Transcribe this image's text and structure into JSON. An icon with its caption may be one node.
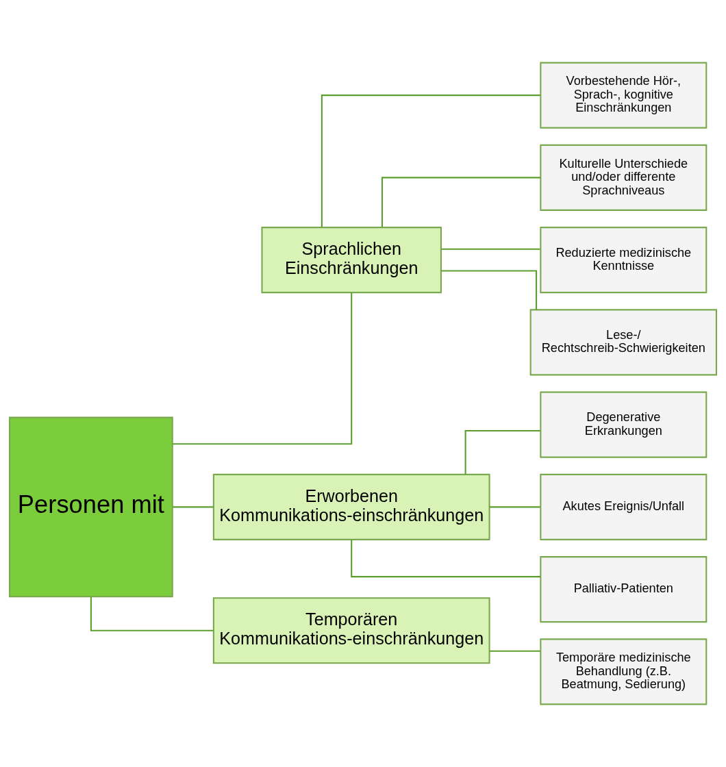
{
  "diagram": {
    "nodes": [
      {
        "text": [
          "Personen mit"
        ]
      },
      {
        "text": [
          "Sprachlichen Einschränkungen"
        ]
      },
      {
        "text": [
          "Erworbenen Kommunikations-einschränkungen"
        ]
      },
      {
        "text": [
          "Temporären Kommunikations-einschränkungen"
        ]
      },
      {
        "text": [
          "Vorbestehende Hör-, Sprach-, kognitive Einschränkungen"
        ]
      },
      {
        "text": [
          "Kulturelle Unterschiede und/oder differente Sprachniveaus"
        ]
      },
      {
        "text": [
          "Reduzierte medizinische Kenntnisse"
        ]
      },
      {
        "text": [
          "Lese-/ Rechtschreib-Schwierigkeiten"
        ]
      },
      {
        "text": [
          "Degenerative Erkrankungen"
        ]
      },
      {
        "text": [
          "Akutes Ereignis/Unfall"
        ]
      },
      {
        "text": [
          "Palliativ-Patienten"
        ]
      },
      {
        "text": [
          "Temporäre medizinische Behandlung (z.B. Beatmung, Sedierung)"
        ]
      }
    ],
    "edges": [
      {
        "from": 0,
        "to": 1,
        "arrow": "none"
      },
      {
        "from": 0,
        "to": 2,
        "arrow": "none"
      },
      {
        "from": 0,
        "to": 3,
        "arrow": "none"
      },
      {
        "from": 1,
        "to": 4,
        "arrow": "none"
      },
      {
        "from": 1,
        "to": 5,
        "arrow": "none"
      },
      {
        "from": 1,
        "to": 6,
        "arrow": "none"
      },
      {
        "from": 1,
        "to": 7,
        "arrow": "none"
      },
      {
        "from": 2,
        "to": 8,
        "arrow": "none"
      },
      {
        "from": 2,
        "to": 9,
        "arrow": "none"
      },
      {
        "from": 2,
        "to": 10,
        "arrow": "none"
      },
      {
        "from": 3,
        "to": 11,
        "arrow": "none"
      }
    ]
  }
}
